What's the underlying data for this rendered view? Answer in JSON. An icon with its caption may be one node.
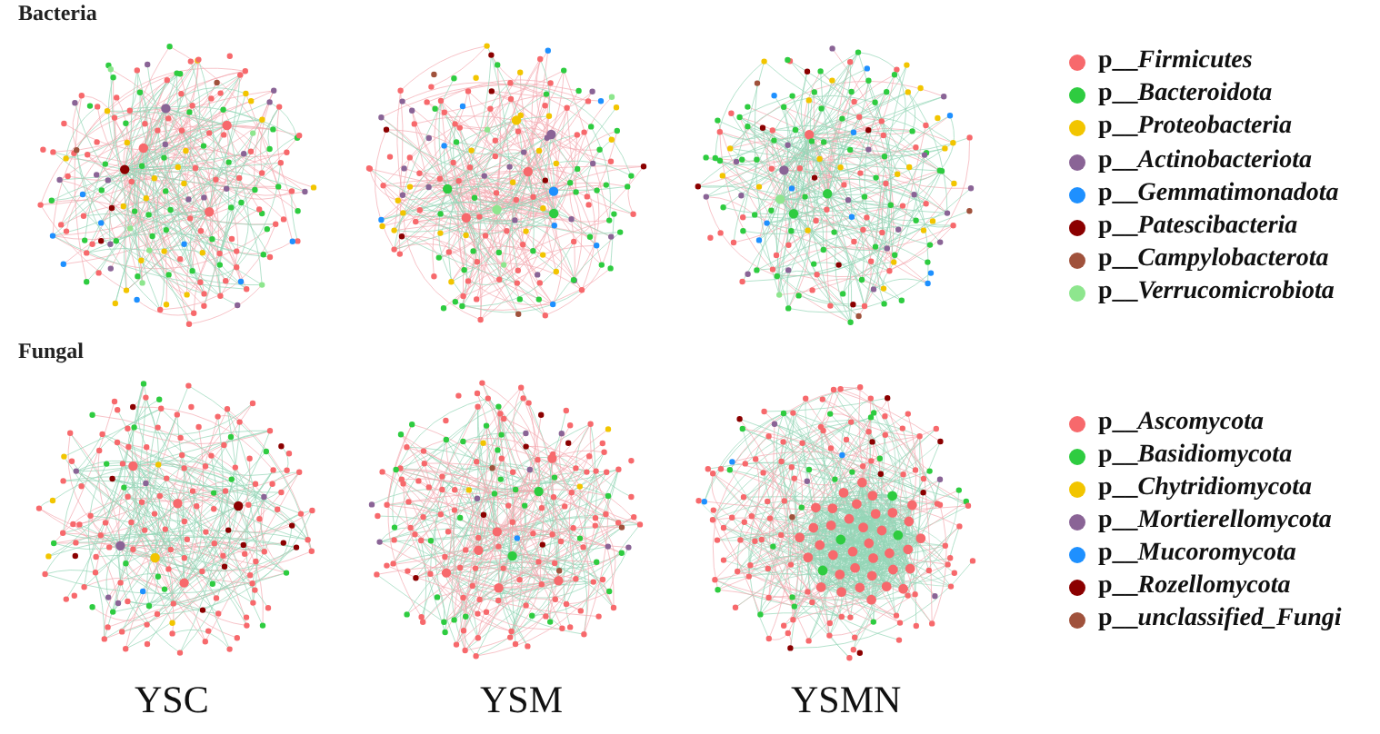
{
  "diagram": {
    "labels": [
      "Bacteria",
      "Fungal",
      "YSC",
      "YSM",
      "YSMN"
    ],
    "legend": [
      {
        "text": "p__Firmicutes",
        "color": "#f7696c"
      },
      {
        "text": "p__Bacteroidota",
        "color": "#2ecc40"
      },
      {
        "text": "p__Proteobacteria",
        "color": "#f2c500"
      },
      {
        "text": "p__Actinobacteriota",
        "color": "#8a6496"
      },
      {
        "text": "p__Gemmatimonadota",
        "color": "#1e90ff"
      },
      {
        "text": "p__Patescibacteria",
        "color": "#8b0000"
      },
      {
        "text": "p__Campylobacterota",
        "color": "#a0523c"
      },
      {
        "text": "p__Verrucomicrobiota",
        "color": "#8ee68e"
      },
      {
        "text": "p__Ascomycota",
        "color": "#f7696c"
      },
      {
        "text": "p__Basidiomycota",
        "color": "#2ecc40"
      },
      {
        "text": "p__Chytridiomycota",
        "color": "#f2c500"
      },
      {
        "text": "p__Mortierellomycota",
        "color": "#8a6496"
      },
      {
        "text": "p__Mucoromycota",
        "color": "#1e90ff"
      },
      {
        "text": "p__Rozellomycota",
        "color": "#8b0000"
      },
      {
        "text": "p__unclassified_Fungi",
        "color": "#a0523c"
      }
    ]
  }
}
